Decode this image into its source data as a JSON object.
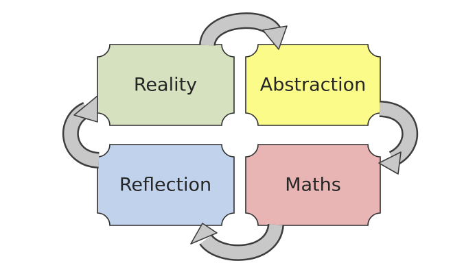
{
  "boxes": {
    "reality": {
      "label": "Reality",
      "color": "#d6e2bf"
    },
    "abstraction": {
      "label": "Abstraction",
      "color": "#fbfb8a"
    },
    "maths": {
      "label": "Maths",
      "color": "#e8b4b4"
    },
    "reflection": {
      "label": "Reflection",
      "color": "#c1d3ec"
    }
  },
  "arrow_color": "#c8c8c8"
}
